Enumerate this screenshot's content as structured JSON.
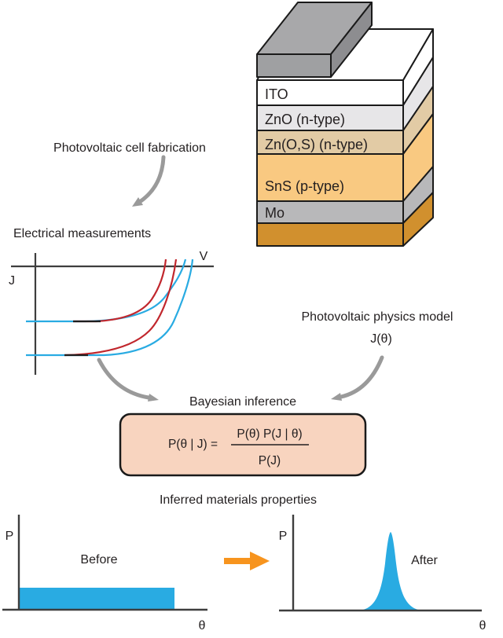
{
  "figure": {
    "description": "Photovoltaic cell Bayesian inference workflow diagram",
    "background": "#ffffff"
  },
  "labels": {
    "fabrication": "Photovoltaic cell fabrication",
    "measurements": "Electrical measurements",
    "physics_model": "Photovoltaic physics model",
    "physics_model_symbol": "J(θ)",
    "bayesian": "Bayesian inference",
    "inferred": "Inferred materials properties"
  },
  "stack": {
    "outline_color": "#1a1a1a",
    "contact": {
      "top_color": "#a8a8aa",
      "front_color": "#9fa0a2",
      "side_color": "#8d8d90"
    },
    "layers": [
      {
        "label": "ITO",
        "color": "#ffffff"
      },
      {
        "label": "ZnO (n-type)",
        "color": "#e7e6e8"
      },
      {
        "label": "Zn(O,S) (n-type)",
        "color": "#e2cba5"
      },
      {
        "label": "SnS (p-type)",
        "color": "#f9c981"
      },
      {
        "label": "Mo",
        "color": "#b8b8ba"
      },
      {
        "label": "",
        "color": "#d1902e"
      }
    ]
  },
  "jv_plot": {
    "x_label": "V",
    "y_label": "J",
    "axis_color": "#3e3e3e",
    "series": [
      {
        "name": "measured curves",
        "color": "#29abe2"
      },
      {
        "name": "model fit curves",
        "color": "#c1272d"
      }
    ],
    "description": "Two pairs of diode J-V curves below the V axis rising exponentially"
  },
  "formula": {
    "lhs": "P(θ | J) =",
    "numerator": "P(θ) P(J | θ)",
    "denominator": "P(J)",
    "box_fill": "#f8d4bf",
    "box_border": "#1a1a1a"
  },
  "before_plot": {
    "label": "Before",
    "x_label": "θ",
    "y_label": "P",
    "distribution": "uniform",
    "fill": "#29abe2",
    "axis_color": "#3e3e3e"
  },
  "after_plot": {
    "label": "After",
    "x_label": "θ",
    "y_label": "P",
    "distribution": "sharp peak",
    "fill": "#29abe2",
    "axis_color": "#3e3e3e"
  },
  "arrows": {
    "flow_color": "#9a9a9a",
    "transform_color": "#f7941e"
  }
}
